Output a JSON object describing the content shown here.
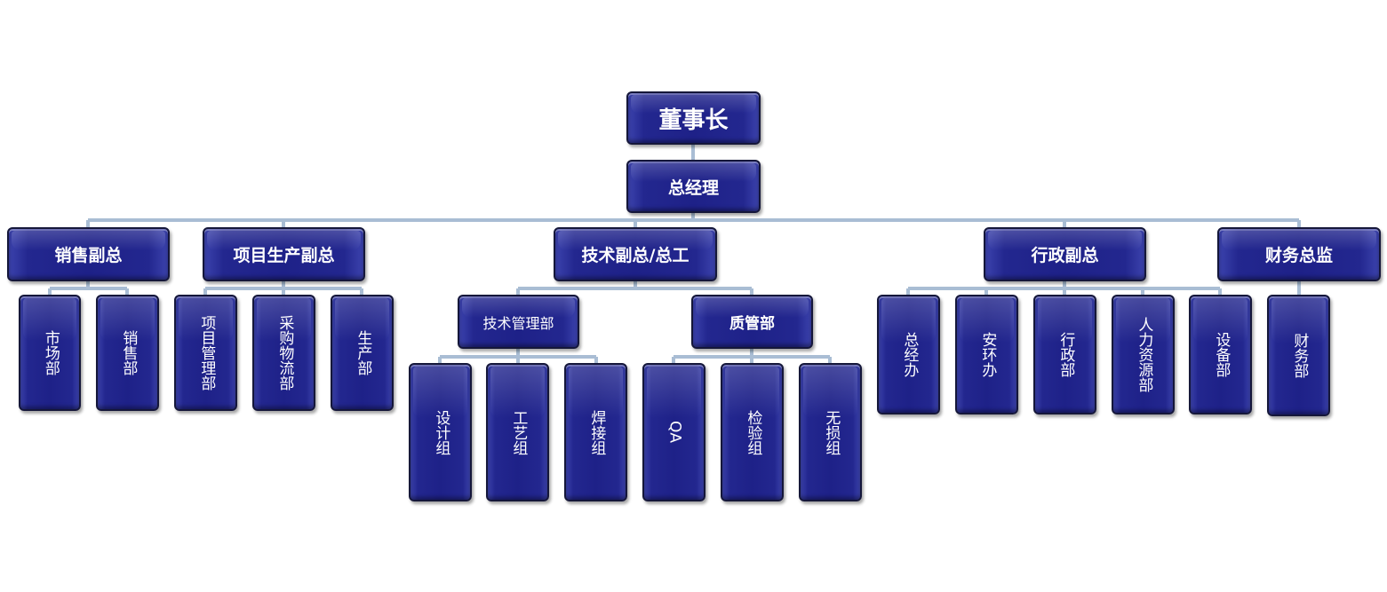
{
  "org_chart": {
    "chairman": "董事长",
    "general_manager": "总经理",
    "vps": {
      "sales": {
        "title": "销售副总",
        "depts": [
          "市场部",
          "销售部"
        ]
      },
      "production": {
        "title": "项目生产副总",
        "depts": [
          "项目管理部",
          "采购物流部",
          "生产部"
        ]
      },
      "tech": {
        "title": "技术副总/总工",
        "tech_mgmt": {
          "title": "技术管理部",
          "groups": [
            "设计组",
            "工艺组",
            "焊接组"
          ]
        },
        "quality": {
          "title": "质管部",
          "groups": [
            "QA",
            "检验组",
            "无损组"
          ]
        }
      },
      "admin": {
        "title": "行政副总",
        "depts": [
          "总经办",
          "安环办",
          "行政部",
          "人力资源部",
          "设备部"
        ]
      },
      "finance": {
        "title": "财务总监",
        "depts": [
          "财务部"
        ]
      }
    }
  },
  "colors": {
    "box_fill": "#1e2188",
    "box_border": "#15173a",
    "connector": "#a9bdd4",
    "text": "#ffffff"
  }
}
